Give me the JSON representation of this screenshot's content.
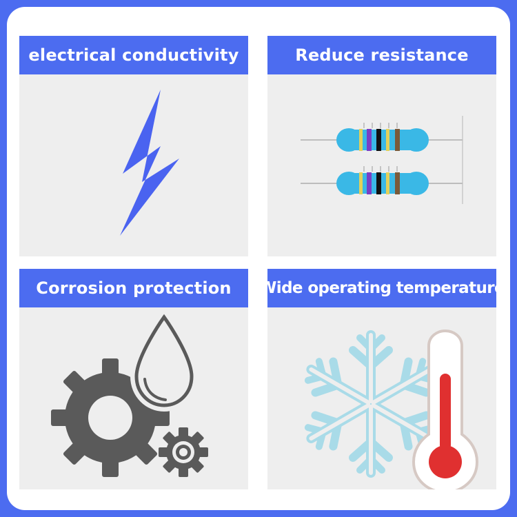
{
  "panels": [
    {
      "title": "electrical conductivity",
      "icon": "lightning-bolt-icon"
    },
    {
      "title": "Reduce resistance",
      "icon": "resistor-icon"
    },
    {
      "title": "Corrosion protection",
      "icon": "gear-water-drop-icon"
    },
    {
      "title": "Wide operating temperature",
      "icon": "snowflake-thermometer-icon"
    }
  ],
  "colors": {
    "accent": "#4c6cf0",
    "panel_background": "#eeeeee",
    "bolt": "#4a63f0",
    "resistor_body": "#3ab8e6",
    "gear": "#5a5a5a",
    "snowflake": "#a9dbe8",
    "thermometer_fill": "#e03030"
  }
}
